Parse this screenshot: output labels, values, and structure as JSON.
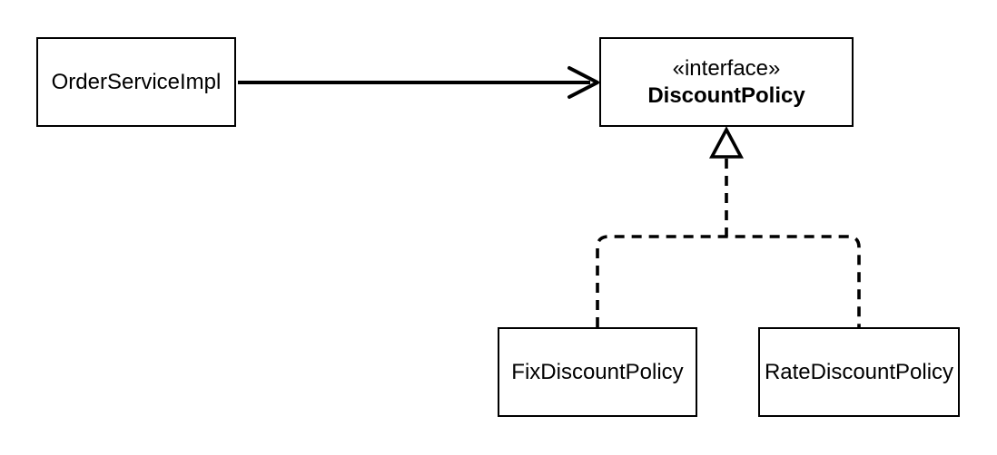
{
  "diagram": {
    "kind": "uml-class-diagram",
    "colors": {
      "stroke": "#000000",
      "background": "#ffffff",
      "text": "#000000"
    },
    "nodes": {
      "order_service": {
        "label": "OrderServiceImpl"
      },
      "discount_policy": {
        "stereotype": "«interface»",
        "label": "DiscountPolicy"
      },
      "fix_discount": {
        "label": "FixDiscountPolicy"
      },
      "rate_discount": {
        "label": "RateDiscountPolicy"
      }
    },
    "edges": {
      "dependency": {
        "from": "OrderServiceImpl",
        "to": "DiscountPolicy",
        "style": "solid-open-arrow"
      },
      "fix_realization": {
        "from": "FixDiscountPolicy",
        "to": "DiscountPolicy",
        "style": "dashed-hollow-triangle"
      },
      "rate_realization": {
        "from": "RateDiscountPolicy",
        "to": "DiscountPolicy",
        "style": "dashed-hollow-triangle"
      }
    }
  }
}
